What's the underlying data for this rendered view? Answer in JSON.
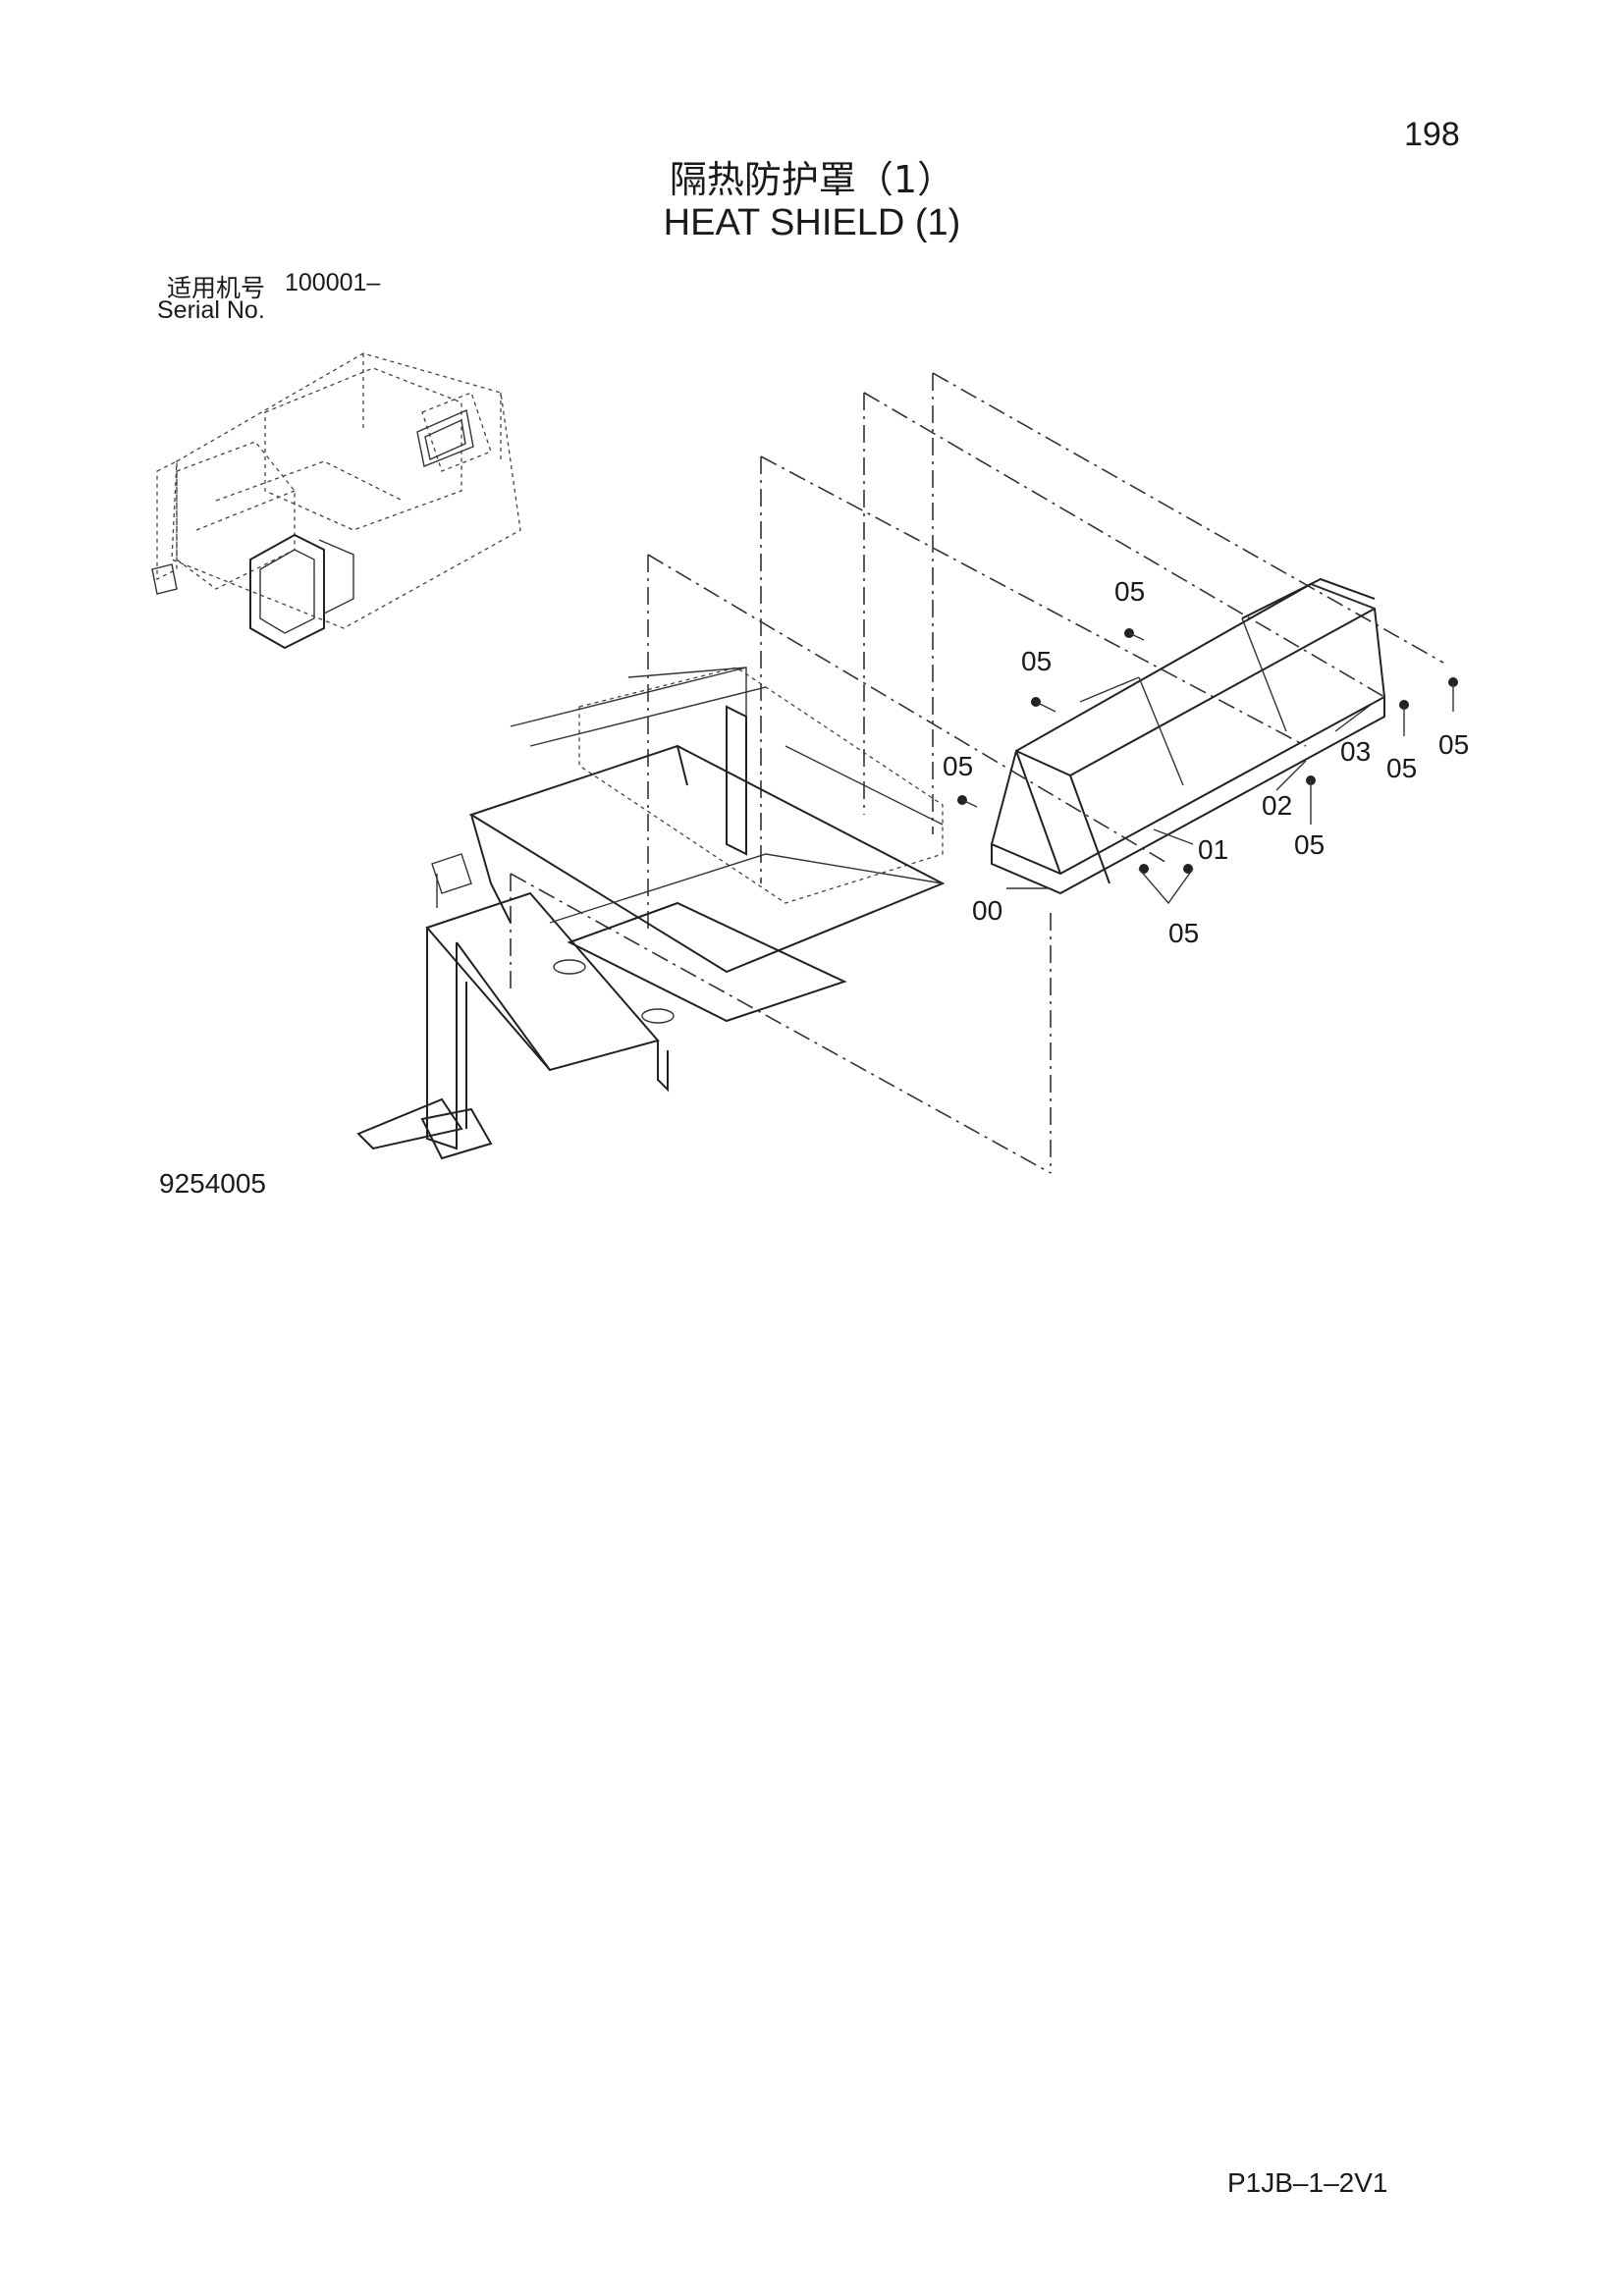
{
  "page_number": "198",
  "title_zh": "隔热防护罩（1）",
  "title_en": "HEAT SHIELD (1)",
  "serial": {
    "label_zh": "适用机号",
    "label_en": "Serial No.",
    "value": "100001–"
  },
  "drawing_id": "9254005",
  "doc_code": "P1JB–1–2V1",
  "callouts": {
    "c00": "00",
    "c01": "01",
    "c02": "02",
    "c03": "03",
    "c05": "05"
  }
}
